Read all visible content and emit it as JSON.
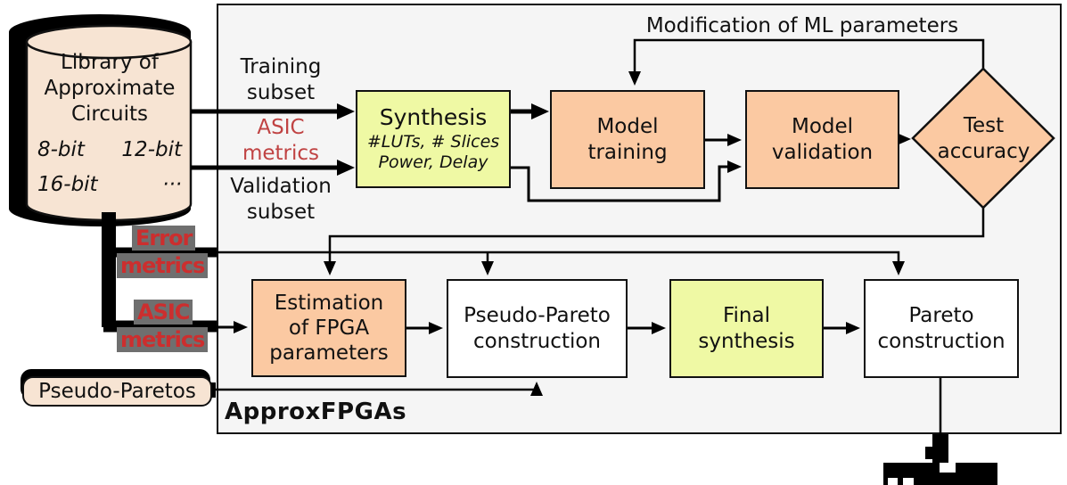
{
  "colors": {
    "panel_bg": "#f5f5f5",
    "peach_node": "#fbc9a2",
    "peach_light": "#f7e4d3",
    "yellow_green": "#eff9a4",
    "red_label": "#c04343",
    "chip_bg": "#6f6f6f",
    "chip_text": "#cc2e2e",
    "line_black": "#000000"
  },
  "panel": {
    "label": "ApproxFPGAs"
  },
  "library": {
    "line1": "Library of",
    "line2": "Approximate",
    "line3": "Circuits",
    "bits": [
      "8-bit",
      "12-bit",
      "16-bit",
      "···"
    ]
  },
  "edge_labels": {
    "training_subset": "Training\nsubset",
    "asic_metrics": "ASIC\nmetrics",
    "validation_subset": "Validation\nsubset",
    "modification": "Modification of ML parameters",
    "error_metrics": {
      "l1": "Error",
      "l2": "metrics"
    },
    "asic_metrics_bottom": {
      "l1": "ASIC",
      "l2": "metrics"
    }
  },
  "nodes": {
    "synthesis": {
      "title": "Synthesis",
      "detail1": "#LUTs, # Slices",
      "detail2": "Power, Delay"
    },
    "model_training": "Model\ntraining",
    "model_validation": "Model\nvalidation",
    "test_accuracy": "Test\naccuracy",
    "estimation_fpga": "Estimation\nof FPGA\nparameters",
    "pseudo_pareto_construction": "Pseudo-Pareto\nconstruction",
    "final_synthesis": "Final\nsynthesis",
    "pareto_construction": "Pareto\nconstruction",
    "pseudo_paretos": "Pseudo-Paretos"
  }
}
